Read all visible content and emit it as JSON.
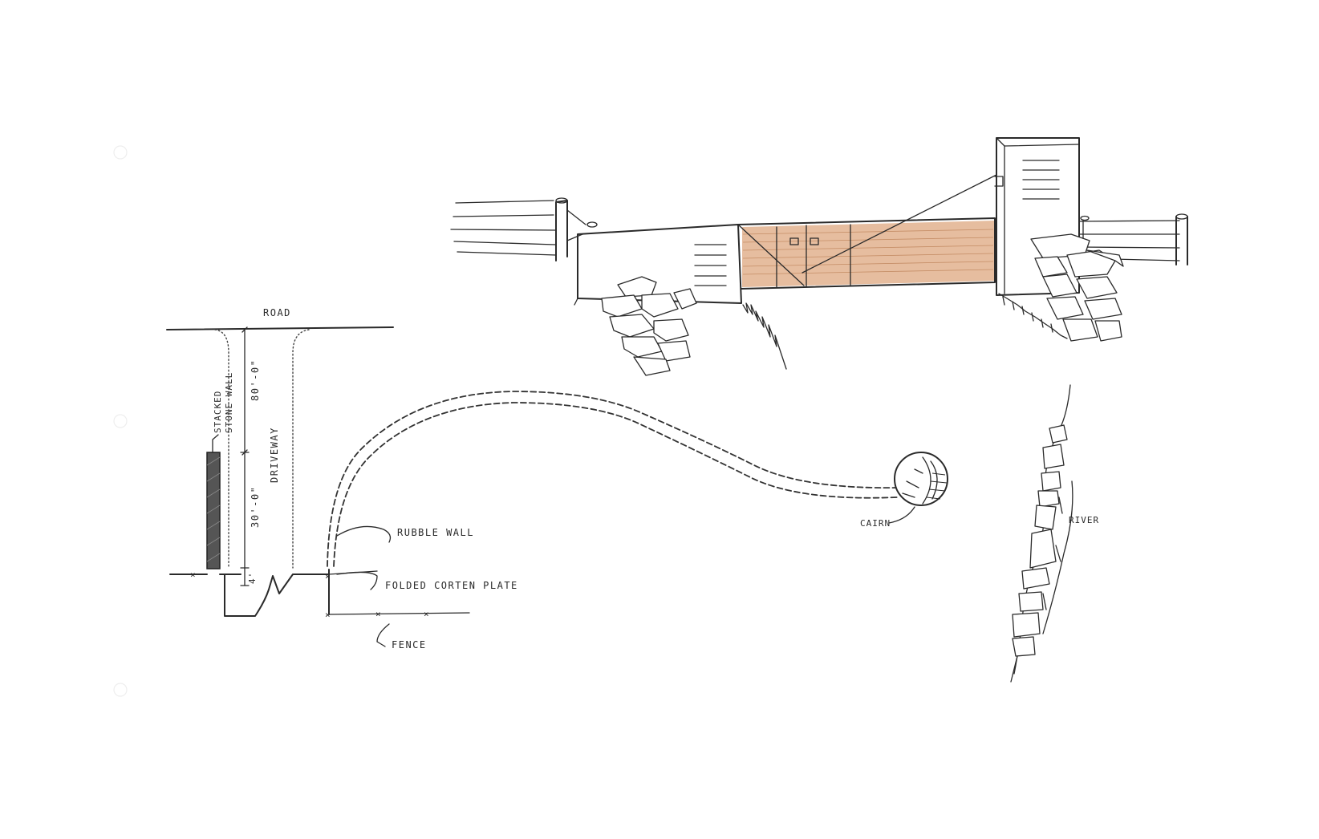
{
  "plan": {
    "road_label": "ROAD",
    "wall_label_line1": "STACKED",
    "wall_label_line2": "STONE WALL",
    "driveway_label": "DRIVEWAY",
    "dim_top": "80'-0\"",
    "dim_middle": "30'-0\"",
    "dim_bottom": "4'",
    "rubble_wall_label": "RUBBLE WALL",
    "corten_label": "FOLDED CORTEN PLATE",
    "fence_label": "FENCE",
    "cairn_label": "CAIRN",
    "river_label": "RIVER"
  },
  "colors": {
    "ink": "#2a2a2a",
    "corten": "#d99a6c",
    "paper": "#ffffff"
  }
}
